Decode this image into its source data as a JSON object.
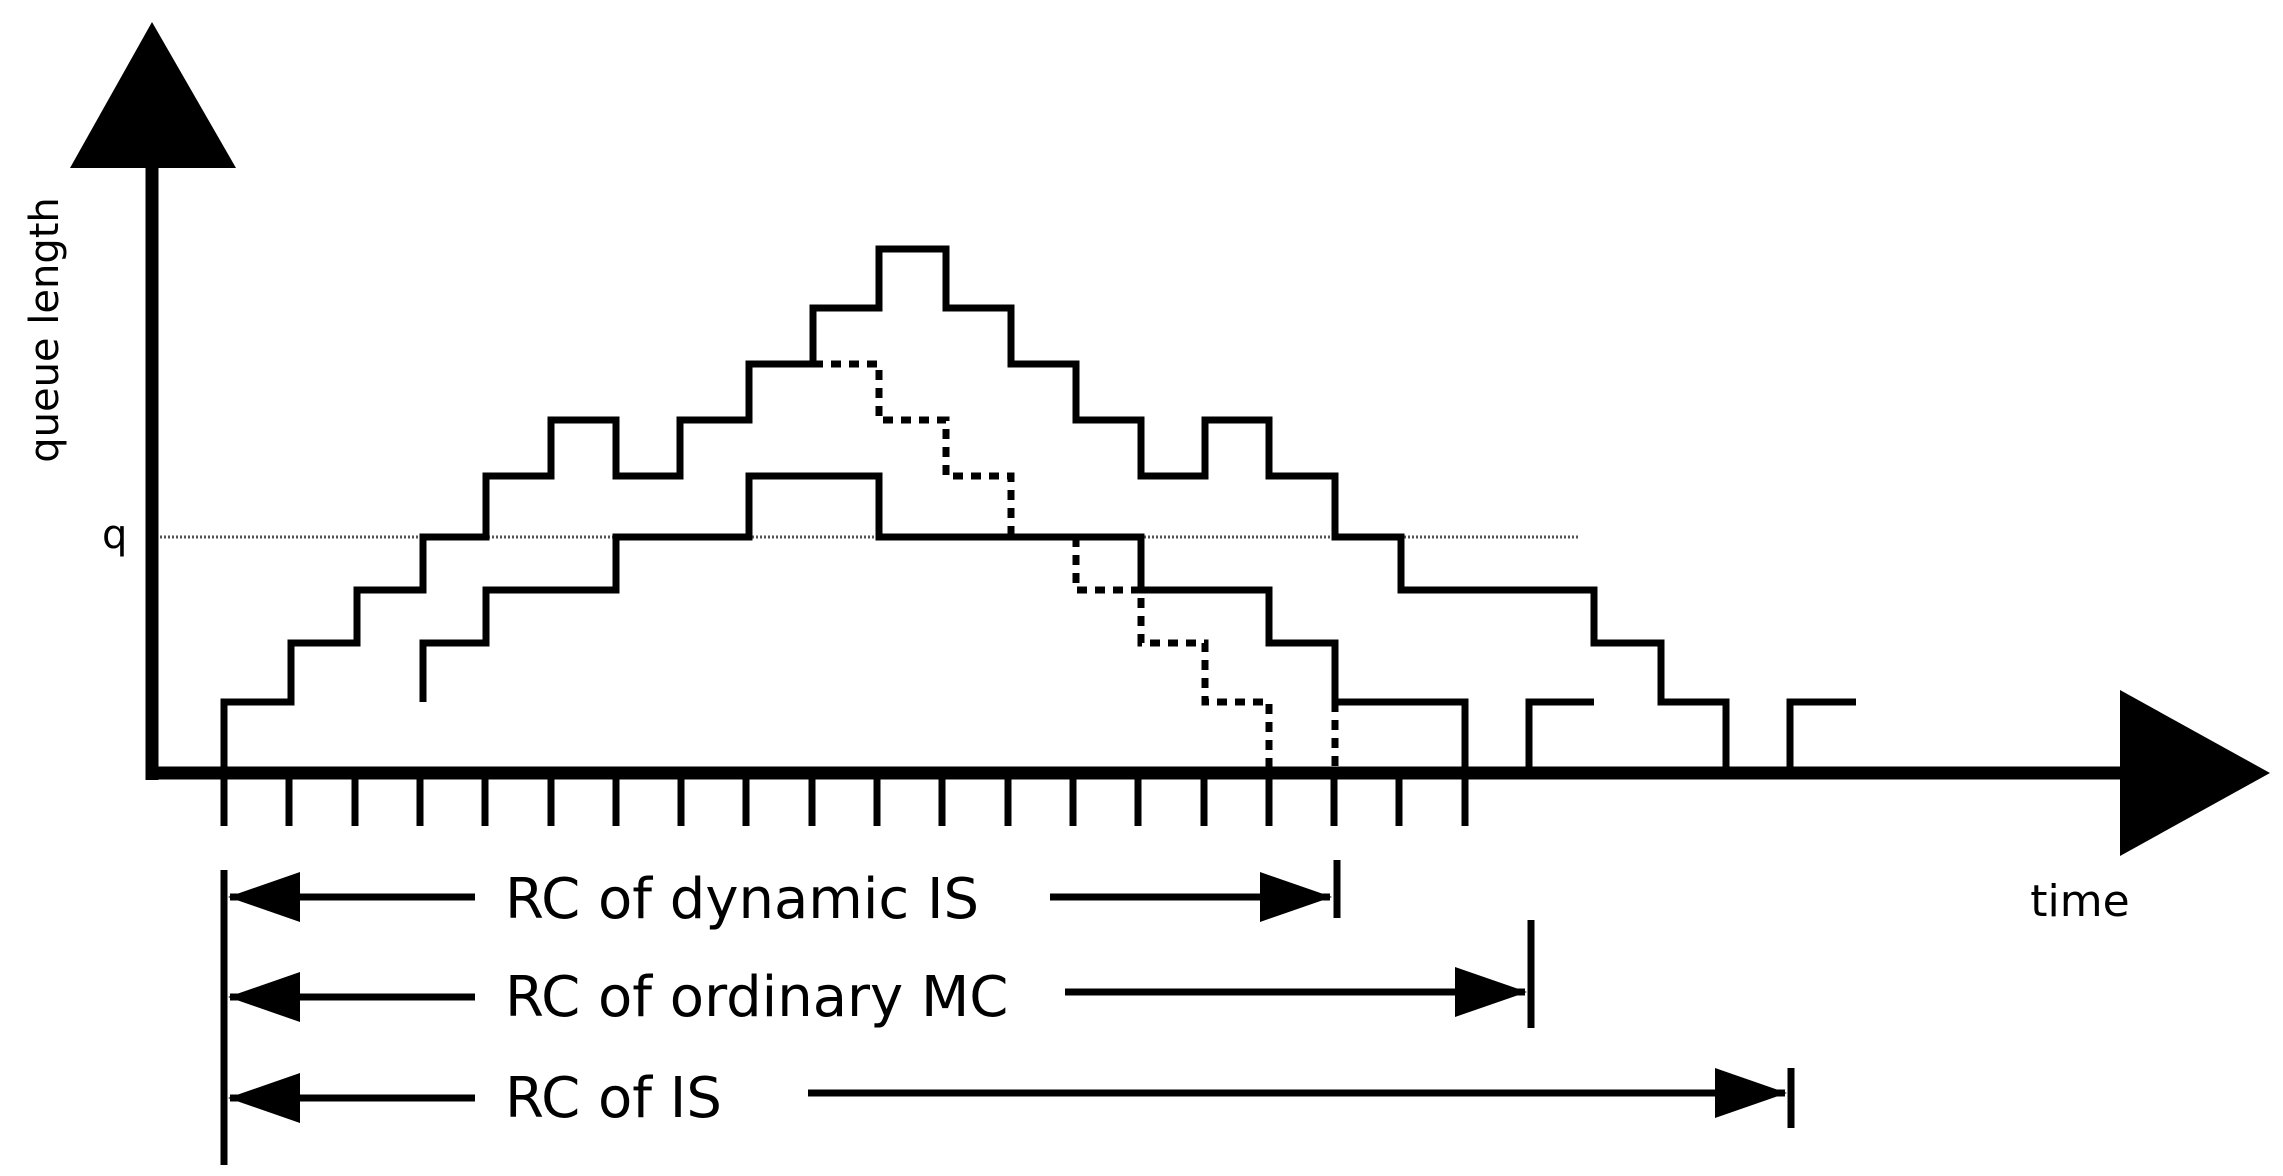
{
  "axes": {
    "y_label": "queue length",
    "x_label": "time",
    "threshold_label": "q"
  },
  "intervals": {
    "dynamic_is": "RC of dynamic IS",
    "ordinary_mc": "RC of ordinary MC",
    "is": "RC of IS"
  },
  "colors": {
    "stroke": "#000000",
    "threshold": "#555555",
    "background": "#ffffff"
  }
}
